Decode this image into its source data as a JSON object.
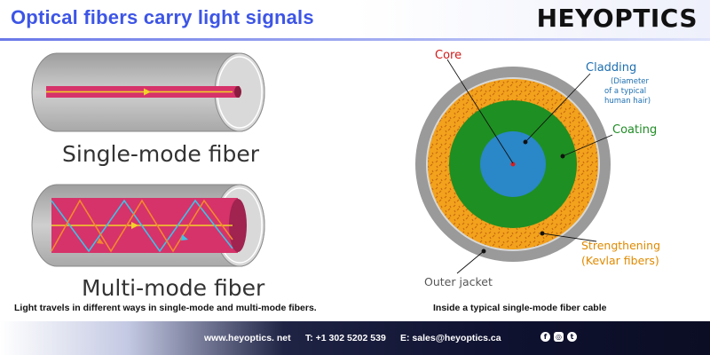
{
  "header": {
    "title": "Optical fibers carry light signals",
    "logo_text": "HEYOPTICS"
  },
  "left_figure": {
    "single_mode_label": "Single-mode fiber",
    "multi_mode_label": "Multi-mode fiber",
    "caption": "Light travels in different ways in single-mode and multi-mode fibers."
  },
  "right_figure": {
    "labels": {
      "core": "Core",
      "cladding": "Cladding",
      "cladding_note_1": "(Diameter",
      "cladding_note_2": "of a typical",
      "cladding_note_3": "human hair)",
      "coating": "Coating",
      "strengthening_1": "Strengthening",
      "strengthening_2": "(Kevlar fibers)",
      "outer_jacket": "Outer jacket"
    },
    "caption": "Inside a typical single-mode fiber cable"
  },
  "footer": {
    "website": "www.heyoptics. net",
    "phone": "T: +1 302 5202 539",
    "email": "E: sales@heyoptics.ca"
  },
  "colors": {
    "title": "#3d55e6",
    "fiber_gray": "#bdbdbd",
    "multimode_core": "#d6336a",
    "singlemode_core": "#d6336a",
    "ray_yellow": "#f2d229",
    "ray_cyan": "#3cc3e8",
    "ray_orange": "#f28a2e",
    "outer_jacket": "#9a9a9a",
    "strengthening": "#f0a020",
    "coating": "#1e8f22",
    "cladding": "#2a87c8",
    "core_dot": "#e01b1b",
    "label_core": "#d11a1a",
    "label_cladding": "#1e6fb0",
    "label_coating": "#1f8c24",
    "label_strengthening": "#e08a00",
    "label_jacket": "#555555"
  },
  "icons": [
    "facebook-icon",
    "instagram-icon",
    "twitter-icon"
  ]
}
